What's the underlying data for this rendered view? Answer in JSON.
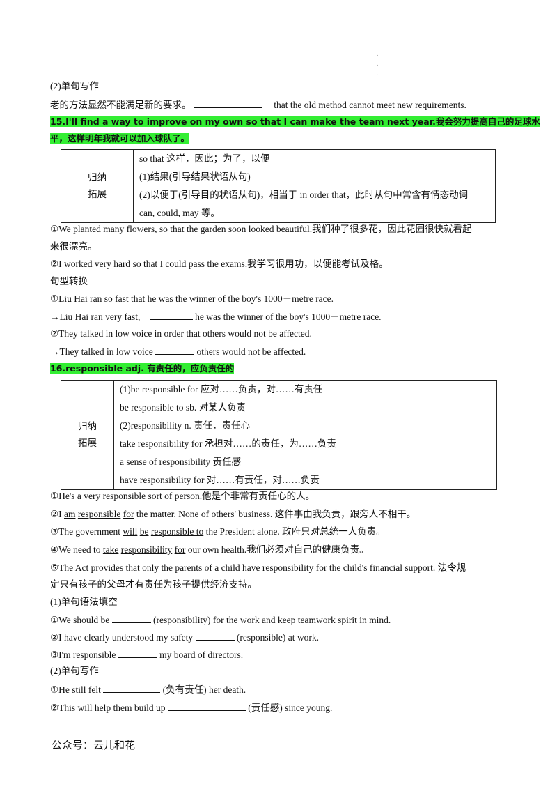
{
  "dots": ".\n.\n.",
  "sec15_sub": "(2)单句写作",
  "sec15_q_cn": "老的方法显然不能满足新的要求。",
  "sec15_q_rest": "that the old method cannot meet new requirements.",
  "item15_title_a": "15.I'll find a way to improve on my own so  that I can make the team next year.我会努力提高自己的足球水",
  "item15_title_b": "平，这样明年我就可以加入球队了。",
  "table1": {
    "label_a": "归纳",
    "label_b": "拓展",
    "rows": [
      "so that  这样，因此；为了，以便",
      "(1)结果(引导结果状语从句)",
      "(2)以便于(引导目的状语从句)，相当于 in order that，此时从句中常含有情态动词",
      "can, could, may 等。"
    ]
  },
  "ex1": {
    "a": "①We planted many flowers, ",
    "u": "so  that",
    "b": " the garden soon looked beautiful.我们种了很多花，因此花园很快就看起",
    "c": "来很漂亮。"
  },
  "ex2": {
    "a": "②I worked very hard ",
    "u": "so  that",
    "b": " I could pass the exams.我学习很用功，以便能考试及格。"
  },
  "transform_title": "句型转换",
  "tr1": "①Liu Hai ran so fast that he was the winner of the boy's 1000－metre race.",
  "tr1b_a": "→Liu Hai ran very fast,",
  "tr1b_b": "he was the winner of the boy's 1000－metre race.",
  "tr2": "②They talked in low voice in order that others would not be affected.",
  "tr2b_a": "→They talked in low voice",
  "tr2b_b": "others would not be affected.",
  "item16_title": "16.responsible adj. 有责任的，应负责任的",
  "table2": {
    "label_a": "归纳",
    "label_b": "拓展",
    "rows": [
      "(1)be responsible for  应对……负责，对……有责任",
      "be responsible to sb.  对某人负责",
      "(2)responsibility  n.  责任，责任心",
      "take responsibility for  承担对……的责任，为……负责",
      "a sense of responsibility   责任感",
      "have responsibility for  对……有责任，对……负责"
    ]
  },
  "r1": {
    "a": "①He's a very ",
    "u": "responsible",
    "b": " sort of person.他是个非常有责任心的人。"
  },
  "r2": {
    "a": "②I ",
    "u1": "am",
    "u2": "responsible",
    "u3": "for",
    "b": " the matter. None of others' business. 这件事由我负责，跟旁人不相干。"
  },
  "r3": {
    "a": "③The government ",
    "u1": "will",
    "u2": "be",
    "u3": "responsible  to",
    "b": " the President alone. 政府只对总统一人负责。"
  },
  "r4": {
    "a": "④We need to ",
    "u1": "take",
    "u2": "responsibility",
    "u3": "for",
    "b": " our own health.我们必须对自己的健康负责。"
  },
  "r5": {
    "a": "⑤The Act provides that only the parents of a child ",
    "u1": "have",
    "u2": "responsibility",
    "u3": "for",
    "b": " the child's financial support. 法令规",
    "c": "定只有孩子的父母才有责任为孩子提供经济支持。"
  },
  "sub1": "(1)单句语法填空",
  "f1": {
    "a": "①We should be",
    "b": "(responsibility) for the work and keep teamwork spirit in mind."
  },
  "f2": {
    "a": "②I have clearly understood my safety",
    "b": "(responsible) at work."
  },
  "f3": {
    "a": "③I'm responsible",
    "b": "my board of directors."
  },
  "sub2": "(2)单句写作",
  "w1": {
    "a": "①He still felt",
    "b": "(负有责任) her death."
  },
  "w2": {
    "a": "②This will help them build up",
    "b": "(责任感) since young."
  },
  "footer": "公众号：云儿和花"
}
